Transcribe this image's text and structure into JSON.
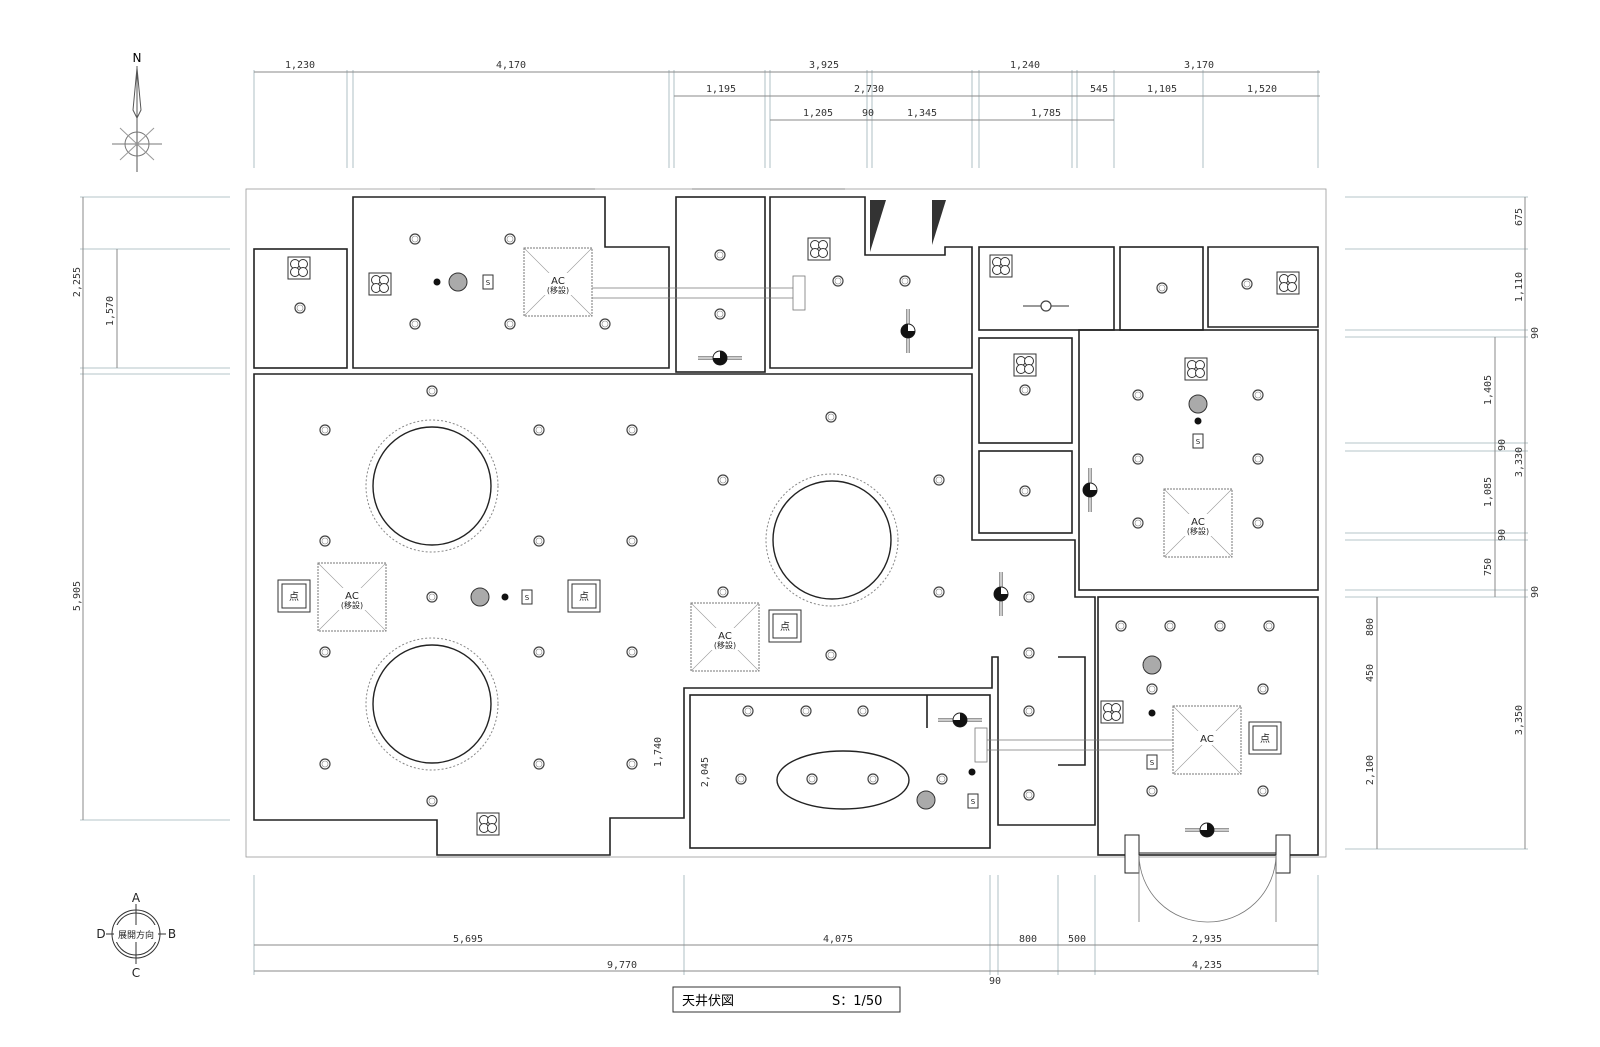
{
  "drawing": {
    "title": "天井伏図",
    "scale": "S：1/50",
    "north_label": "N",
    "orientation": {
      "center": "展開方向",
      "a": "A",
      "b": "B",
      "c": "C",
      "d": "D"
    }
  },
  "fixture_labels": {
    "ac": "AC",
    "relocated": "(移設)",
    "inspection": "点",
    "sensor": "S"
  },
  "dimensions": {
    "top_row1": [
      "1,230",
      "4,170",
      "3,925",
      "1,240",
      "3,170"
    ],
    "top_row2": [
      "1,195",
      "2,730",
      "545",
      "1,105",
      "1,520"
    ],
    "top_row3": [
      "1,205",
      "90",
      "1,345",
      "1,785"
    ],
    "right_outer": [
      "675",
      "1,110",
      "90",
      "3,330",
      "90",
      "3,350"
    ],
    "right_inner": [
      "1,405",
      "90",
      "1,085",
      "90",
      "750"
    ],
    "right_lower": [
      "800",
      "450",
      "2,100"
    ],
    "left": [
      "2,255",
      "1,570",
      "5,905"
    ],
    "interior": [
      "1,740",
      "2,045"
    ],
    "bottom_row1": [
      "5,695",
      "4,075",
      "800",
      "500",
      "2,935"
    ],
    "bottom_row2": [
      "9,770",
      "4,235",
      "90"
    ]
  },
  "colors": {
    "line": "#222222",
    "dimension": "#8a8a8a",
    "extension": "#9bb0b8"
  }
}
